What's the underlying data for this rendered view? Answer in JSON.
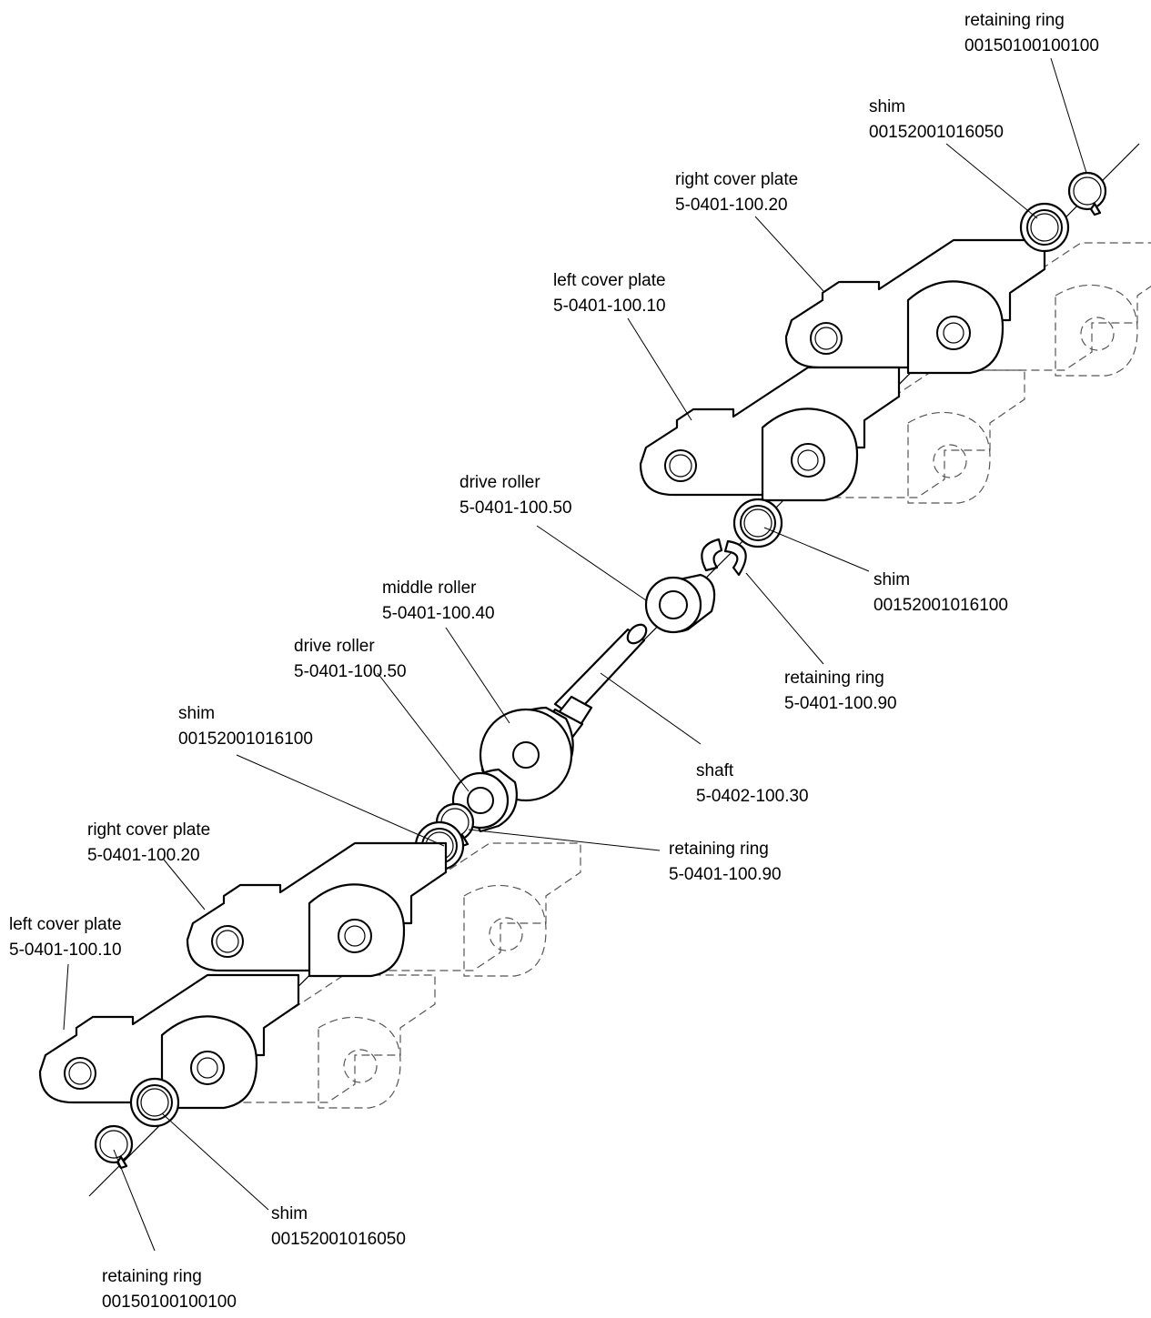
{
  "callouts": [
    {
      "id": "retaining-ring-top",
      "name": "retaining ring",
      "part_no": "00150100100100"
    },
    {
      "id": "shim-top",
      "name": "shim",
      "part_no": "00152001016050"
    },
    {
      "id": "right-cover-plate-top",
      "name": "right cover plate",
      "part_no": "5-0401-100.20"
    },
    {
      "id": "left-cover-plate-top",
      "name": "left cover plate",
      "part_no": "5-0401-100.10"
    },
    {
      "id": "drive-roller-upper",
      "name": "drive roller",
      "part_no": "5-0401-100.50"
    },
    {
      "id": "shim-middle-right",
      "name": "shim",
      "part_no": "00152001016100"
    },
    {
      "id": "middle-roller",
      "name": "middle roller",
      "part_no": "5-0401-100.40"
    },
    {
      "id": "retaining-ring-middle-right",
      "name": "retaining ring",
      "part_no": "5-0401-100.90"
    },
    {
      "id": "drive-roller-lower",
      "name": "drive roller",
      "part_no": "5-0401-100.50"
    },
    {
      "id": "shim-middle-left",
      "name": "shim",
      "part_no": "00152001016100"
    },
    {
      "id": "shaft",
      "name": "shaft",
      "part_no": "5-0402-100.30"
    },
    {
      "id": "right-cover-plate-bottom",
      "name": "right cover plate",
      "part_no": "5-0401-100.20"
    },
    {
      "id": "retaining-ring-middle-lower",
      "name": "retaining ring",
      "part_no": "5-0401-100.90"
    },
    {
      "id": "left-cover-plate-bottom",
      "name": "left cover plate",
      "part_no": "5-0401-100.10"
    },
    {
      "id": "shim-bottom",
      "name": "shim",
      "part_no": "00152001016050"
    },
    {
      "id": "retaining-ring-bottom",
      "name": "retaining ring",
      "part_no": "00150100100100"
    }
  ]
}
